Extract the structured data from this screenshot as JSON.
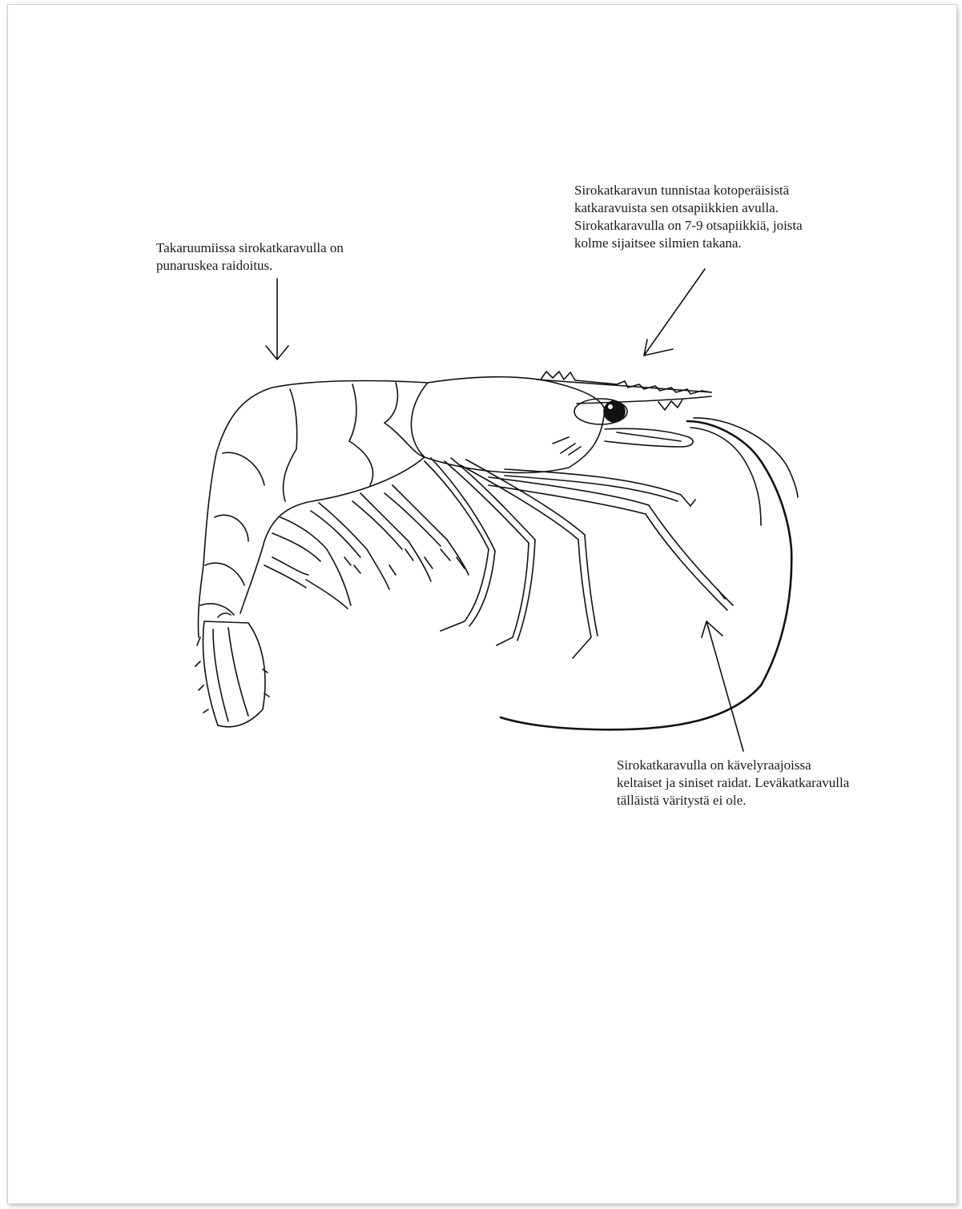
{
  "annotations": {
    "tail_stripes": "Takaruumiissa sirokatkaravulla on\npunaruskea raidoitus.",
    "rostrum_spines": "Sirokatkaravun tunnistaa kotoperäisistä\nkatkaravuista sen otsapiikkien avulla.\nSirokatkaravulla on 7-9 otsapiikkiä, joista\nkolme sijaitsee silmien takana.",
    "walking_legs": "Sirokatkaravulla on kävelyraajoissa\nkeltaiset ja siniset raidat. Leväkatkaravulla\ntälläistä väritystä ei ole."
  },
  "colors": {
    "ink": "#111111",
    "page": "#ffffff"
  }
}
